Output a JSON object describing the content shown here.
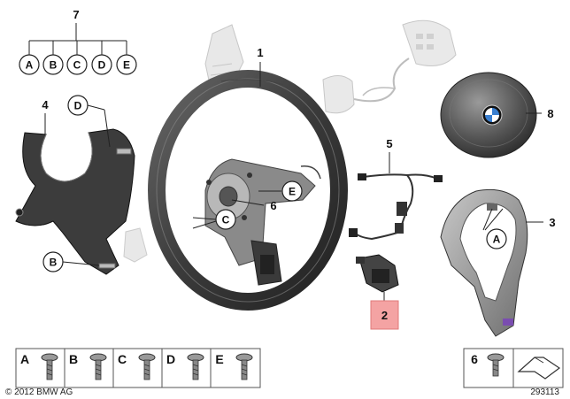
{
  "diagram": {
    "parts": {
      "p1": "1",
      "p2": "2",
      "p3": "3",
      "p4": "4",
      "p5": "5",
      "p6": "6",
      "p7": "7",
      "p8": "8"
    },
    "callouts": {
      "a": "A",
      "b": "B",
      "c": "C",
      "d": "D",
      "e": "E"
    },
    "legend": {
      "screws": [
        "A",
        "B",
        "C",
        "D",
        "E"
      ],
      "part6": "6"
    },
    "highlight_color": "#f4a3a3",
    "copyright": "© 2012 BMW AG",
    "drawing_id": "293113"
  }
}
